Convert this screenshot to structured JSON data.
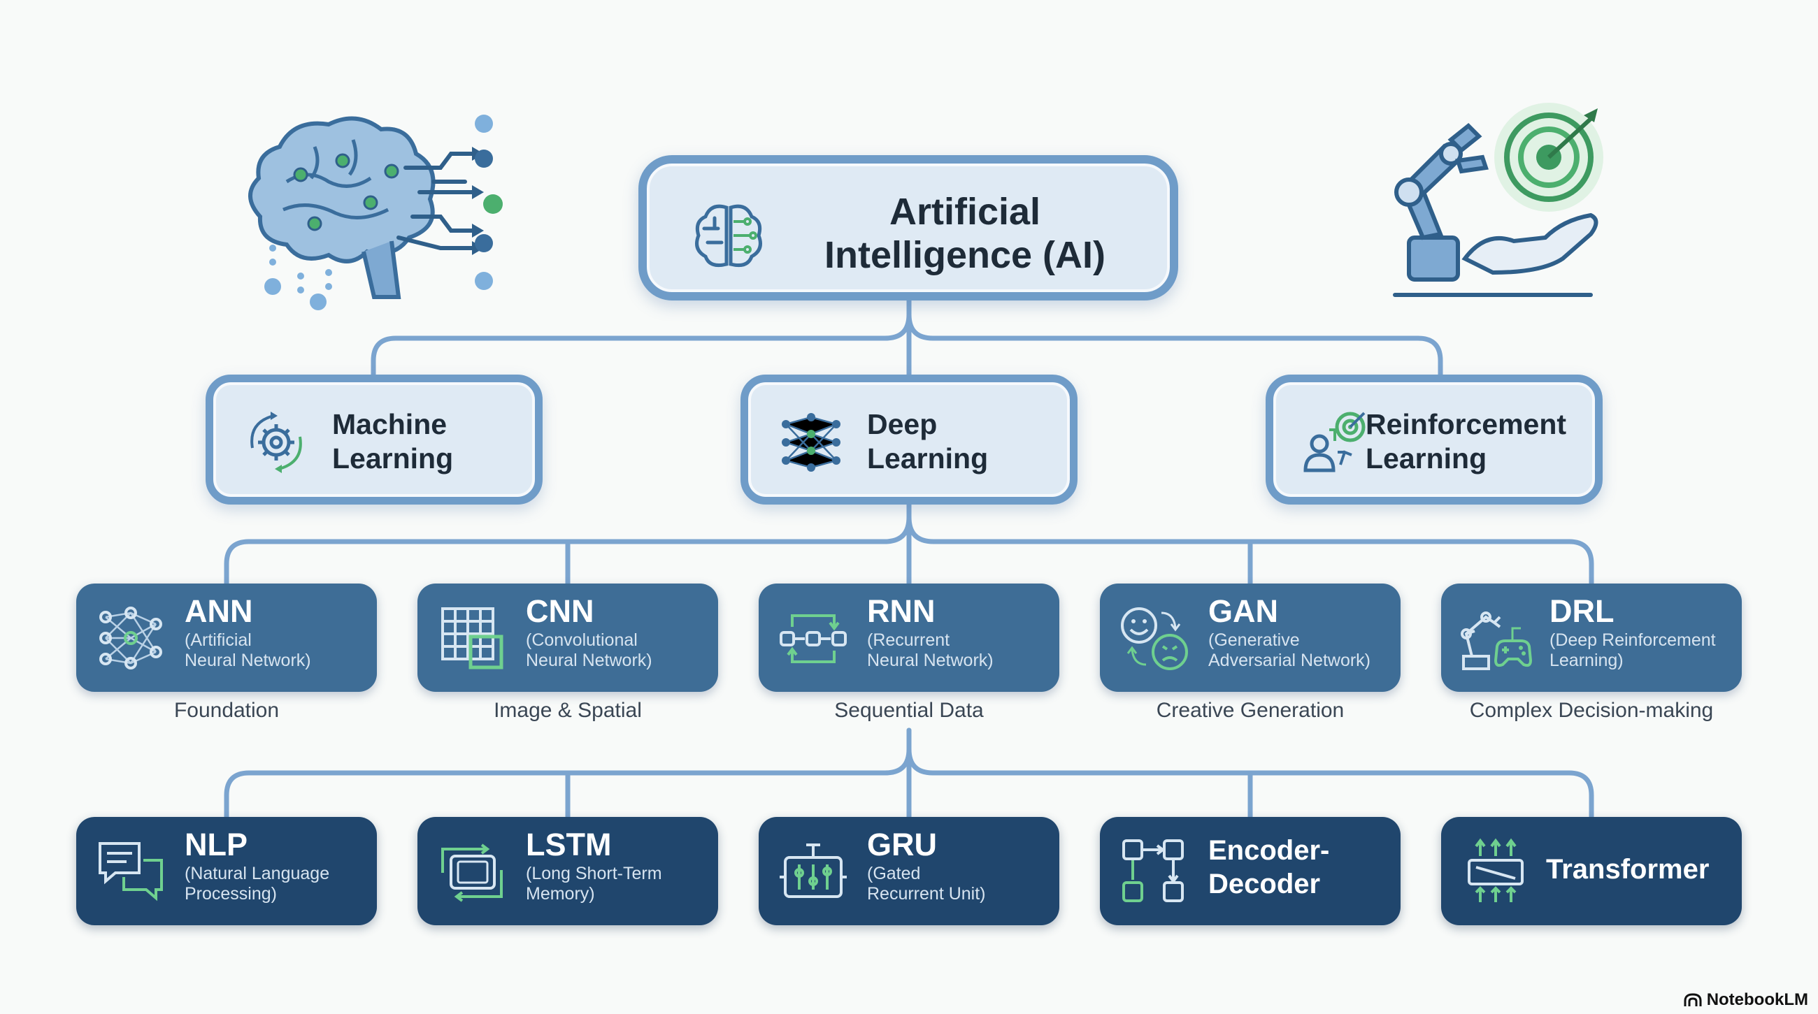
{
  "root": {
    "title_line1": "Artificial",
    "title_line2": "Intelligence (AI)"
  },
  "level2": [
    {
      "line1": "Machine",
      "line2": "Learning",
      "icon": "gear-cycle-icon"
    },
    {
      "line1": "Deep",
      "line2": "Learning",
      "icon": "neural-network-icon"
    },
    {
      "line1": "Reinforcement",
      "line2": "Learning",
      "icon": "person-target-icon"
    }
  ],
  "models": [
    {
      "title": "ANN",
      "sub_line1": "(Artificial",
      "sub_line2": "Neural Network)",
      "caption": "Foundation",
      "icon": "network-icon"
    },
    {
      "title": "CNN",
      "sub_line1": "(Convolutional",
      "sub_line2": "Neural Network)",
      "caption": "Image & Spatial",
      "icon": "grid-icon"
    },
    {
      "title": "RNN",
      "sub_line1": "(Recurrent",
      "sub_line2": "Neural Network)",
      "caption": "Sequential Data",
      "icon": "loop-icon"
    },
    {
      "title": "GAN",
      "sub_line1": "(Generative",
      "sub_line2": "Adversarial Network)",
      "caption": "Creative Generation",
      "icon": "faces-icon"
    },
    {
      "title": "DRL",
      "sub_line1": "(Deep Reinforcement",
      "sub_line2": "Learning)",
      "caption": "Complex Decision-making",
      "icon": "robot-gamepad-icon"
    }
  ],
  "applications": [
    {
      "title": "NLP",
      "sub_line1": "(Natural Language",
      "sub_line2": "Processing)",
      "icon": "chat-bubbles-icon"
    },
    {
      "title": "LSTM",
      "sub_line1": "(Long Short-Term",
      "sub_line2": "Memory)",
      "icon": "memory-cell-icon"
    },
    {
      "title": "GRU",
      "sub_line1": "(Gated",
      "sub_line2": "Recurrent Unit)",
      "icon": "gate-unit-icon"
    },
    {
      "title_line1": "Encoder-",
      "title_line2": "Decoder",
      "icon": "encoder-decoder-icon"
    },
    {
      "title": "Transformer",
      "icon": "transformer-icon"
    }
  ],
  "decorations": {
    "left": "brain-circuit-icon",
    "right": "robot-arm-target-icon"
  },
  "brand": "NotebookLM",
  "colors": {
    "connector": "#7ba4cf",
    "level2_border": "#6f9cc8",
    "level2_fill": "#dfeaf4",
    "model_fill": "#3e6d96",
    "application_fill": "#20466d",
    "accent_green": "#4caf6e"
  }
}
